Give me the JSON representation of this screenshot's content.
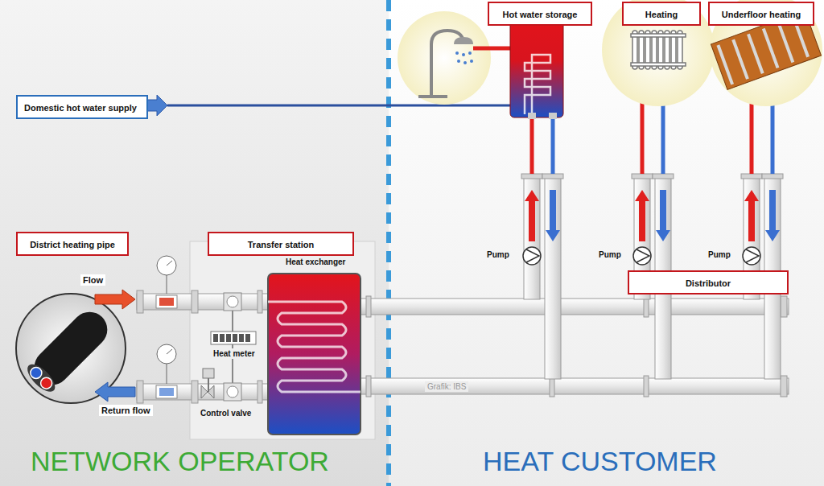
{
  "diagram": {
    "nodes": [
      {
        "text": [
          "Domestic hot water supply"
        ]
      },
      {
        "text": [
          "District heating pipe"
        ]
      },
      {
        "text": [
          "Transfer station"
        ]
      },
      {
        "text": [
          "Hot water storage"
        ]
      },
      {
        "text": [
          "Heating"
        ]
      },
      {
        "text": [
          "Underfloor heating"
        ]
      },
      {
        "text": [
          "Distributor"
        ]
      }
    ],
    "labels": [
      "Flow",
      "Return flow",
      "Heat exchanger",
      "Heat meter",
      "Control valve",
      "Pump",
      "Pump",
      "Pump",
      "Grafik: IBS",
      "NETWORK OPERATOR",
      "HEAT CUSTOMER"
    ]
  }
}
